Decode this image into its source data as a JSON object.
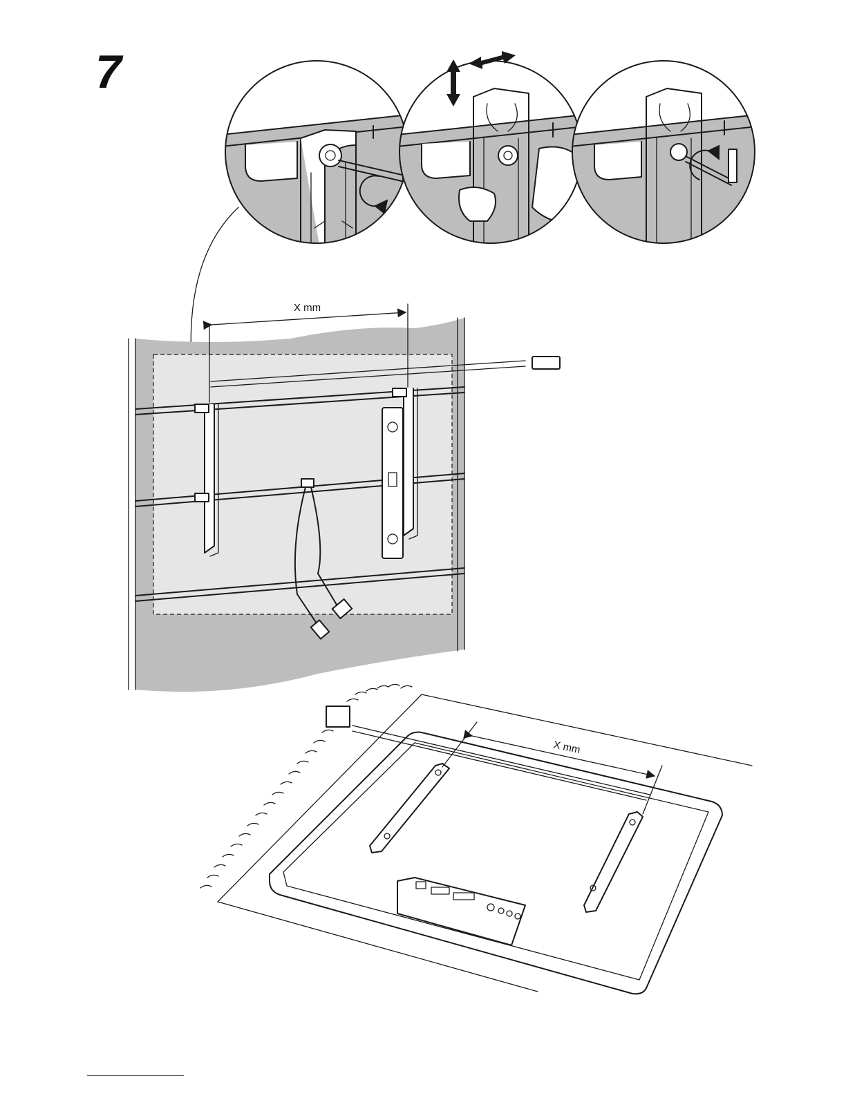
{
  "step": {
    "number": "7"
  },
  "dimensions": {
    "wall_spacing_label": "X mm",
    "tv_spacing_label": "X mm"
  },
  "colors": {
    "ink": "#1a1a1a",
    "wall_grey": "#bdbdbd",
    "panel_light": "#e6e6e6",
    "accent_rule": "#3b5bd0"
  },
  "icons": [
    "rotate-arrow-icon",
    "move-arrows-icon",
    "spirit-level-icon",
    "allen-key-icon"
  ]
}
